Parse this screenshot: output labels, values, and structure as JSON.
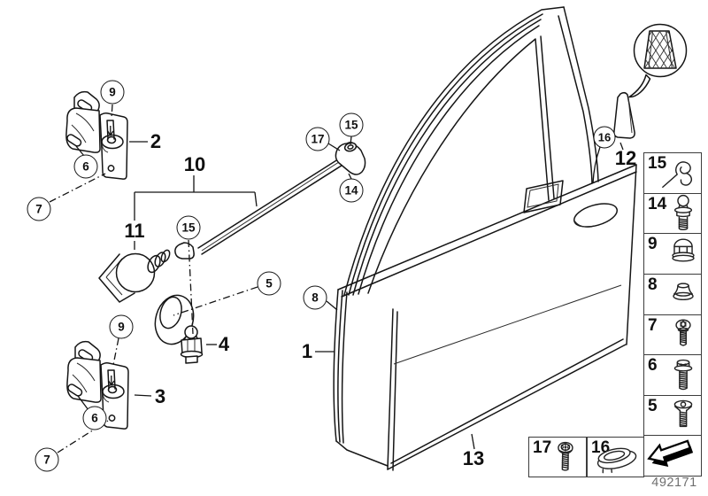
{
  "callouts": {
    "circled": {
      "hinge_upper_pin": "9",
      "hinge_upper_slot": "6",
      "hinge_upper_bolt": "7",
      "strap_screw": "17",
      "strap_clip_top": "15",
      "strap_ball_pin": "14",
      "strap_clip_mid": "15",
      "bracket_screw": "5",
      "door_edge_protection": "8",
      "hinge_lower_pin": "9",
      "hinge_lower_slot": "6",
      "hinge_lower_bolt": "7",
      "frame_plug": "16"
    },
    "plain": {
      "door": "1",
      "hinge_upper": "2",
      "hinge_lower": "3",
      "pin_bracket": "4",
      "check_strap": "10",
      "boot": "11",
      "trim_triangle": "12",
      "door_skin": "13"
    }
  },
  "legend": {
    "items": [
      {
        "number": "15",
        "icon": "spring-clip"
      },
      {
        "number": "14",
        "icon": "ball-pin"
      },
      {
        "number": "9",
        "icon": "cap-nut"
      },
      {
        "number": "8",
        "icon": "plug"
      },
      {
        "number": "7",
        "icon": "pan-head-screw"
      },
      {
        "number": "6",
        "icon": "hex-flange-bolt"
      },
      {
        "number": "5",
        "icon": "countersunk-screw"
      }
    ]
  },
  "boxes": [
    {
      "number": "17",
      "icon": "torx-flange-screw"
    },
    {
      "number": "16",
      "icon": "oval-plug"
    }
  ],
  "footer": {
    "diagram_number": "492171"
  }
}
